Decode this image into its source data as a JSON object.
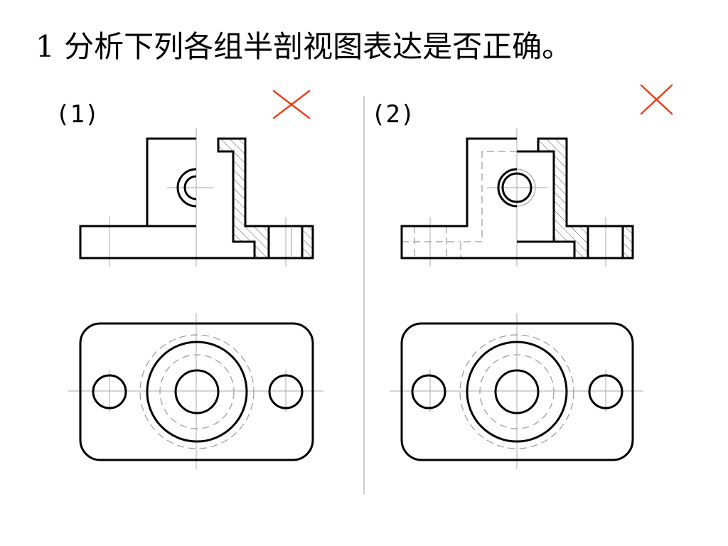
{
  "heading": "1 分析下列各组半剖视图表达是否正确。",
  "panels": [
    {
      "label": "(1)",
      "verdict": "incorrect",
      "verdict_icon": "red-x-icon"
    },
    {
      "label": "(2)",
      "verdict": "incorrect",
      "verdict_icon": "red-x-icon"
    }
  ],
  "colors": {
    "mark": "#e8431c",
    "line": "#000000",
    "thin": "#999999"
  }
}
